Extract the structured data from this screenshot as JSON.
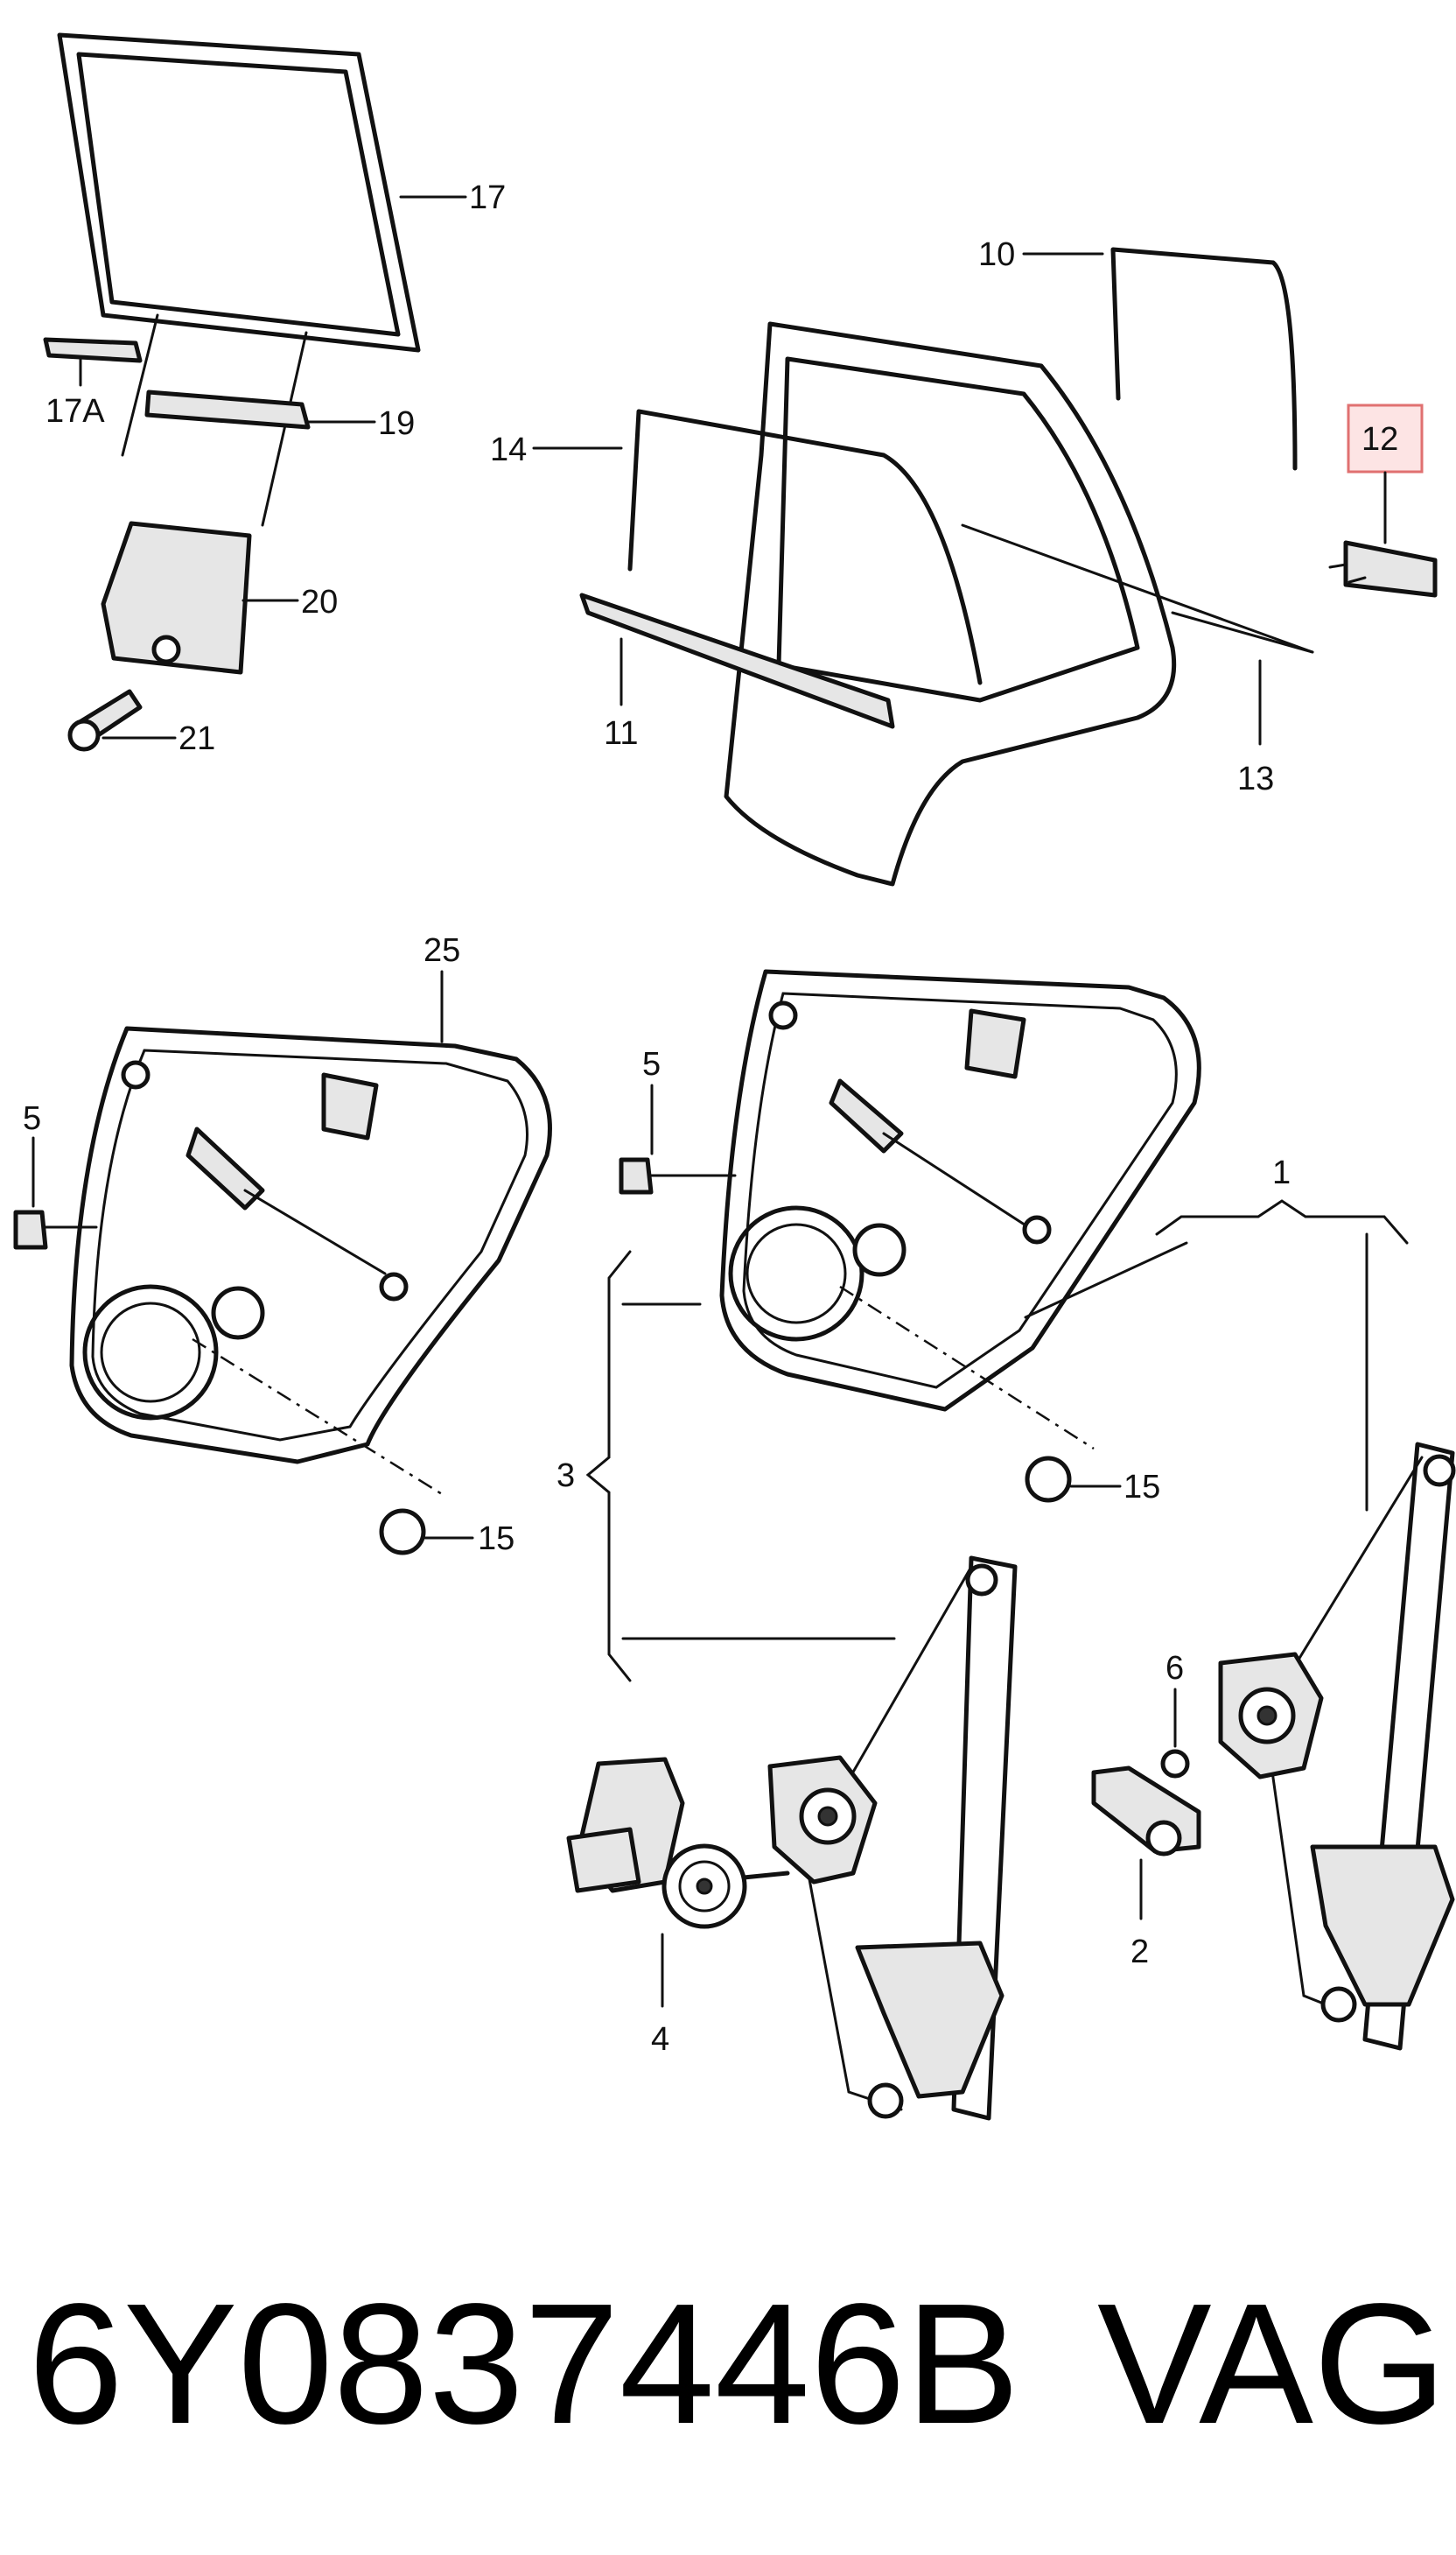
{
  "callouts": {
    "c1": "1",
    "c2": "2",
    "c3": "3",
    "c4": "4",
    "c5a": "5",
    "c5b": "5",
    "c6": "6",
    "c10": "10",
    "c11": "11",
    "c12": "12",
    "c13": "13",
    "c14": "14",
    "c15a": "15",
    "c15b": "15",
    "c17": "17",
    "c17a": "17A",
    "c19": "19",
    "c20": "20",
    "c21": "21",
    "c25": "25"
  },
  "highlight": {
    "callout": "12",
    "fill": "#fde4e4",
    "border": "#e07070"
  },
  "footer": {
    "part_number": "6Y0837446B",
    "brand": "VAG"
  }
}
